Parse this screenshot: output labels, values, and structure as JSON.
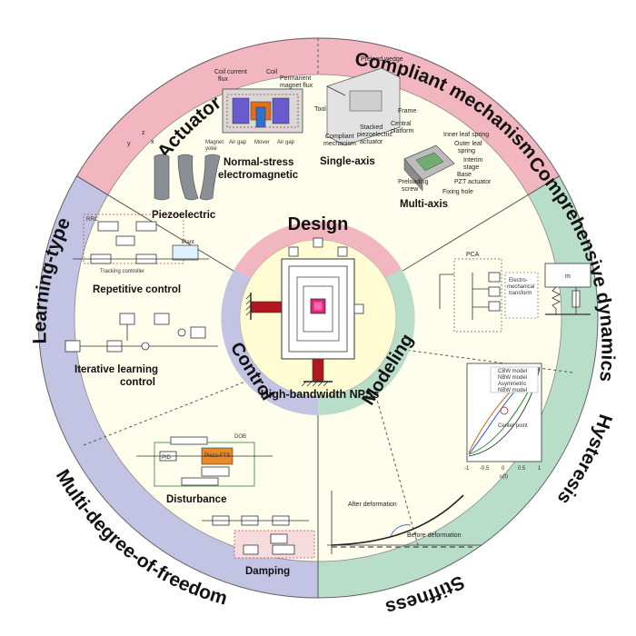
{
  "center": {
    "title": "High-bandwidth NPSs"
  },
  "inner": {
    "design": "Design",
    "control": "Control",
    "modeling": "Modeling"
  },
  "outer": {
    "actuator": "Actuator",
    "compliant": "Compliant mechanism",
    "comprehensive": "Comprehensive dynamics",
    "hysteresis": "Hysteresis",
    "stiffness": "Stiffness",
    "mdof": "Multi-degree-of-freedom",
    "learning": "Learning-type"
  },
  "captions": {
    "piezoelectric": "Piezoelectric",
    "normal_stress_1": "Normal-stress",
    "normal_stress_2": "electromagnetic",
    "single_axis": "Single-axis",
    "multi_axis": "Multi-axis",
    "repetitive": "Repetitive control",
    "iterative_1": "Iterative learning",
    "iterative_2": "control",
    "disturbance": "Disturbance",
    "damping": "Damping"
  },
  "annotations": {
    "coil_current": "Coil current",
    "flux": "flux",
    "coil": "Coil",
    "permanent": "Permanent",
    "magnet_flux": "magnet flux",
    "magnet_yoke_1": "Magnet",
    "magnet_yoke_2": "yoke",
    "air_gap": "Air gap",
    "mover": "Mover",
    "preload_wedge": "Preload wedge",
    "tool": "Tool",
    "frame": "Frame",
    "central_platform_1": "Central",
    "central_platform_2": "platform",
    "stacked_1": "Stacked",
    "stacked_2": "piezoelectric",
    "stacked_3": "actuator",
    "compliant_1": "Compliant",
    "compliant_2": "mechanism",
    "inner_leaf": "Inner leaf spring",
    "outer_leaf_1": "Outer leaf",
    "outer_leaf_2": "spring",
    "interim_1": "Interim",
    "interim_2": "stage",
    "base": "Base",
    "pzt": "PZT actuator",
    "preloading_1": "Preloading",
    "preloading_2": "screw",
    "fixing_hole": "Fixing hole",
    "rrc": "RRC",
    "plant": "Plant",
    "tracking": "Tracking controller",
    "pca": "PCA",
    "electro_1": "Electro-",
    "electro_2": "mechanical",
    "electro_3": "transform",
    "dob": "DOB",
    "pid": "PID",
    "piezo_fts": "Piezo-FTS",
    "after_def": "After deformation",
    "before_def": "Before deformation",
    "center_point": "Center point"
  },
  "hysteresis_legend": [
    "CBW model",
    "NBW model",
    "Asymmetric",
    "NBW model"
  ],
  "hysteresis_ticks": {
    "x": [
      "-1",
      "-0.5",
      "0",
      "0.5",
      "1"
    ],
    "xlabel": "u(t)"
  },
  "colors": {
    "design": "#f2b6c1",
    "control": "#c3c3e3",
    "modeling": "#b8dec9",
    "center": "#fffbd2",
    "panel": "#fffdec",
    "accent": "#c01030"
  }
}
